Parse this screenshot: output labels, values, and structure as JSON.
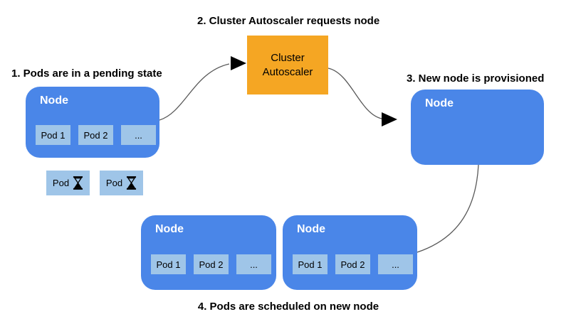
{
  "diagram": {
    "steps": {
      "step1": "1. Pods are in a pending state",
      "step2": "2. Cluster Autoscaler requests node",
      "step3": "3. New node is provisioned",
      "step4": "4. Pods are scheduled on new node"
    },
    "autoscaler": {
      "label": "Cluster Autoscaler"
    },
    "nodes": {
      "pending": {
        "title": "Node",
        "pods": [
          "Pod 1",
          "Pod 2",
          "..."
        ]
      },
      "new": {
        "title": "Node"
      },
      "bottom_left": {
        "title": "Node",
        "pods": [
          "Pod 1",
          "Pod 2",
          "..."
        ]
      },
      "bottom_right": {
        "title": "Node",
        "pods": [
          "Pod 1",
          "Pod 2",
          "..."
        ]
      }
    },
    "pending_pods": {
      "pod1_label": "Pod",
      "pod2_label": "Pod",
      "icon": "hourglass-icon"
    },
    "colors": {
      "node_blue": "#4A86E8",
      "pod_light_blue": "#9FC5E8",
      "autoscaler_orange": "#F5A623",
      "arrow_line": "#595959",
      "arrowhead": "#000000",
      "title_text": "#000000",
      "node_label_text": "#FFFFFF",
      "background": "#FFFFFF"
    }
  }
}
